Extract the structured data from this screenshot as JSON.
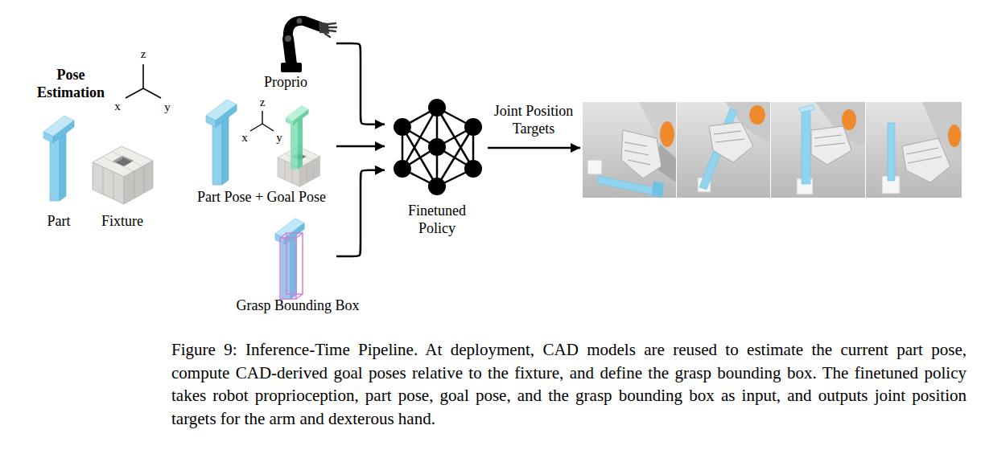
{
  "diagram": {
    "caption": "Figure 9: Inference-Time Pipeline. At deployment, CAD models are reused to estimate the current part pose, compute CAD-derived goal poses relative to the fixture, and define the grasp bounding box. The finetuned policy takes robot proprioception, part pose, goal pose, and the grasp bounding box as input, and outputs joint position targets for the arm and dexterous hand.",
    "nodes": [
      {
        "text": [
          "Proprio"
        ]
      },
      {
        "text": [
          "Part Pose + Goal Pose"
        ]
      },
      {
        "text": [
          "Grasp Bounding Box"
        ]
      },
      {
        "text": [
          "Finetuned Policy"
        ]
      }
    ],
    "edges": [
      {
        "from": 0,
        "to": 3,
        "arrow": "to"
      },
      {
        "from": 1,
        "to": 3,
        "arrow": "to"
      },
      {
        "from": 2,
        "to": 3,
        "arrow": "to"
      }
    ],
    "labels": [
      "Pose Estimation",
      "z",
      "x",
      "y",
      "Part",
      "Fixture",
      "z",
      "x",
      "y",
      "Joint Position Targets"
    ]
  }
}
